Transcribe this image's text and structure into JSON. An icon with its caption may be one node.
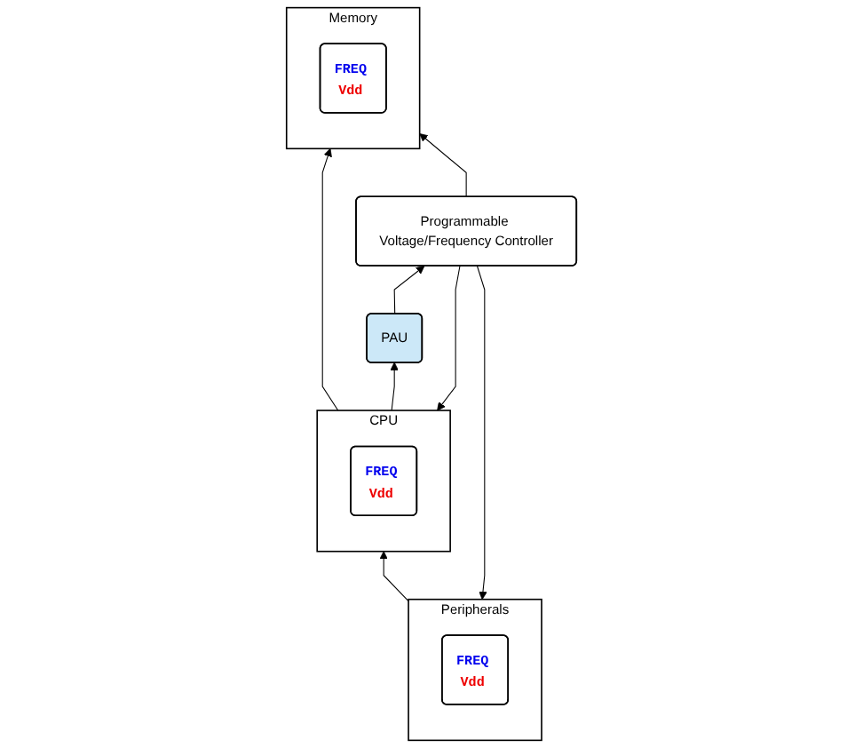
{
  "diagram": {
    "nodes": [
      {
        "text": [
          "Memory"
        ]
      },
      {
        "text": [
          "FREQ",
          "Vdd"
        ],
        "in": 0
      },
      {
        "text": [
          "CPU"
        ]
      },
      {
        "text": [
          "FREQ",
          "Vdd"
        ],
        "in": 2
      },
      {
        "text": [
          "PAU"
        ]
      },
      {
        "text": [
          "Programmable Voltage/Frequency Controller"
        ]
      },
      {
        "text": [
          "Peripherals"
        ]
      },
      {
        "text": [
          "FREQ",
          "Vdd"
        ],
        "in": 6
      }
    ],
    "edges": [
      {
        "from": 2,
        "to": 0,
        "arrow": "to"
      },
      {
        "from": 6,
        "to": 2,
        "arrow": "to"
      },
      {
        "from": 2,
        "to": 4,
        "arrow": "to"
      },
      {
        "from": 4,
        "to": 5,
        "arrow": "to"
      },
      {
        "from": 5,
        "to": 0,
        "arrow": "to"
      },
      {
        "from": 5,
        "to": 2,
        "arrow": "to"
      },
      {
        "from": 5,
        "to": 6,
        "arrow": "to"
      }
    ]
  }
}
